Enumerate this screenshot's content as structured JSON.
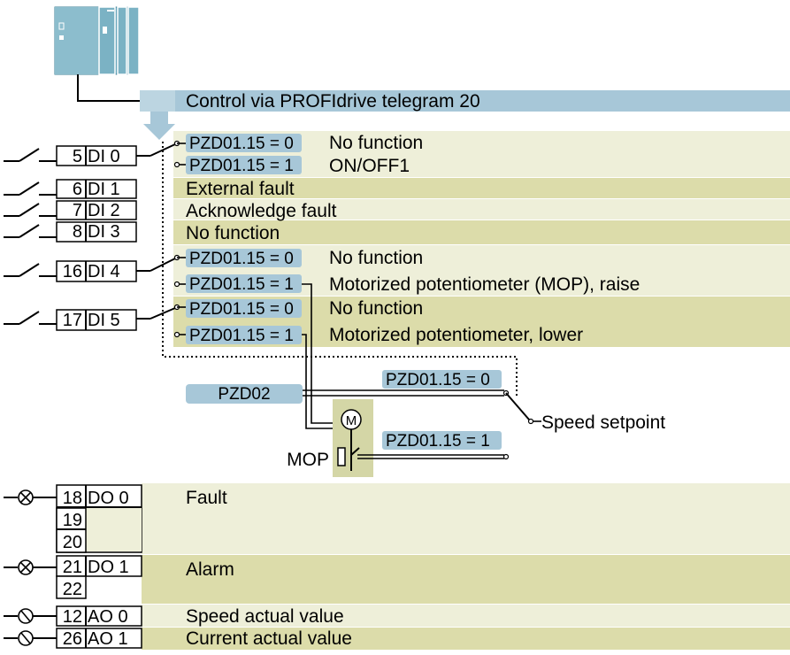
{
  "header": {
    "title": "Control via PROFIdrive telegram 20"
  },
  "colors": {
    "band_light": "#eeefd9",
    "band_dark": "#dcdcaa",
    "pzd_tag": "#a7c7d8",
    "header_bar": "#a7c7d8",
    "plc_body": "#6aa7bc",
    "mop_box": "#d4d6a6"
  },
  "digital_inputs": [
    {
      "terminal": "5",
      "name": "DI 0",
      "functions": [
        {
          "cond": "PZD01.15 = 0",
          "text": "No function"
        },
        {
          "cond": "PZD01.15 = 1",
          "text": "ON/OFF1"
        }
      ]
    },
    {
      "terminal": "6",
      "name": "DI 1",
      "functions": [
        {
          "cond": "",
          "text": "External fault"
        }
      ]
    },
    {
      "terminal": "7",
      "name": "DI 2",
      "functions": [
        {
          "cond": "",
          "text": "Acknowledge fault"
        }
      ]
    },
    {
      "terminal": "8",
      "name": "DI 3",
      "functions": [
        {
          "cond": "",
          "text": "No function"
        }
      ]
    },
    {
      "terminal": "16",
      "name": "DI 4",
      "functions": [
        {
          "cond": "PZD01.15 = 0",
          "text": "No function"
        },
        {
          "cond": "PZD01.15 = 1",
          "text": "Motorized potentiometer (MOP), raise"
        }
      ]
    },
    {
      "terminal": "17",
      "name": "DI 5",
      "functions": [
        {
          "cond": "PZD01.15 = 0",
          "text": "No function"
        },
        {
          "cond": "PZD01.15 = 1",
          "text": "Motorized potentiometer, lower"
        }
      ]
    }
  ],
  "setpoint": {
    "pzd02_label": "PZD02",
    "cond_0": "PZD01.15 = 0",
    "cond_1": "PZD01.15 = 1",
    "mop_label": "MOP",
    "motor_label": "M",
    "target": "Speed setpoint"
  },
  "outputs": [
    {
      "terminals": [
        "18",
        "19",
        "20"
      ],
      "name": "DO 0",
      "text": "Fault"
    },
    {
      "terminals": [
        "21",
        "22"
      ],
      "name": "DO 1",
      "text": "Alarm"
    },
    {
      "terminals": [
        "12"
      ],
      "name": "AO 0",
      "text": "Speed actual value"
    },
    {
      "terminals": [
        "26"
      ],
      "name": "AO 1",
      "text": "Current actual value"
    }
  ]
}
